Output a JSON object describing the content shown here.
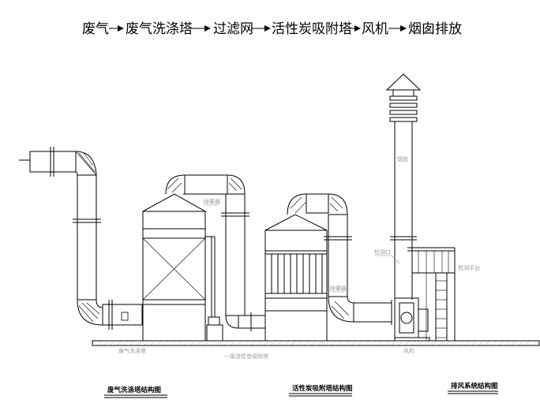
{
  "process_flow": {
    "steps": [
      "废气",
      "废气洗涤塔",
      "过滤网",
      "活性炭吸附塔",
      "风机",
      "烟囱排放"
    ]
  },
  "labels": {
    "demister": "除雾器",
    "inspection_port": "检测口",
    "inspection_platform": "检测平台",
    "chimney": "烟囱",
    "scrubber": "废气洗涤塔",
    "primary_carbon": "一级活性炭吸附塔",
    "fan": "风机"
  },
  "captions": {
    "scrubber": "废气洗涤塔结构图",
    "carbon": "活性炭吸附塔结构图",
    "exhaust": "排风系统结构图"
  }
}
